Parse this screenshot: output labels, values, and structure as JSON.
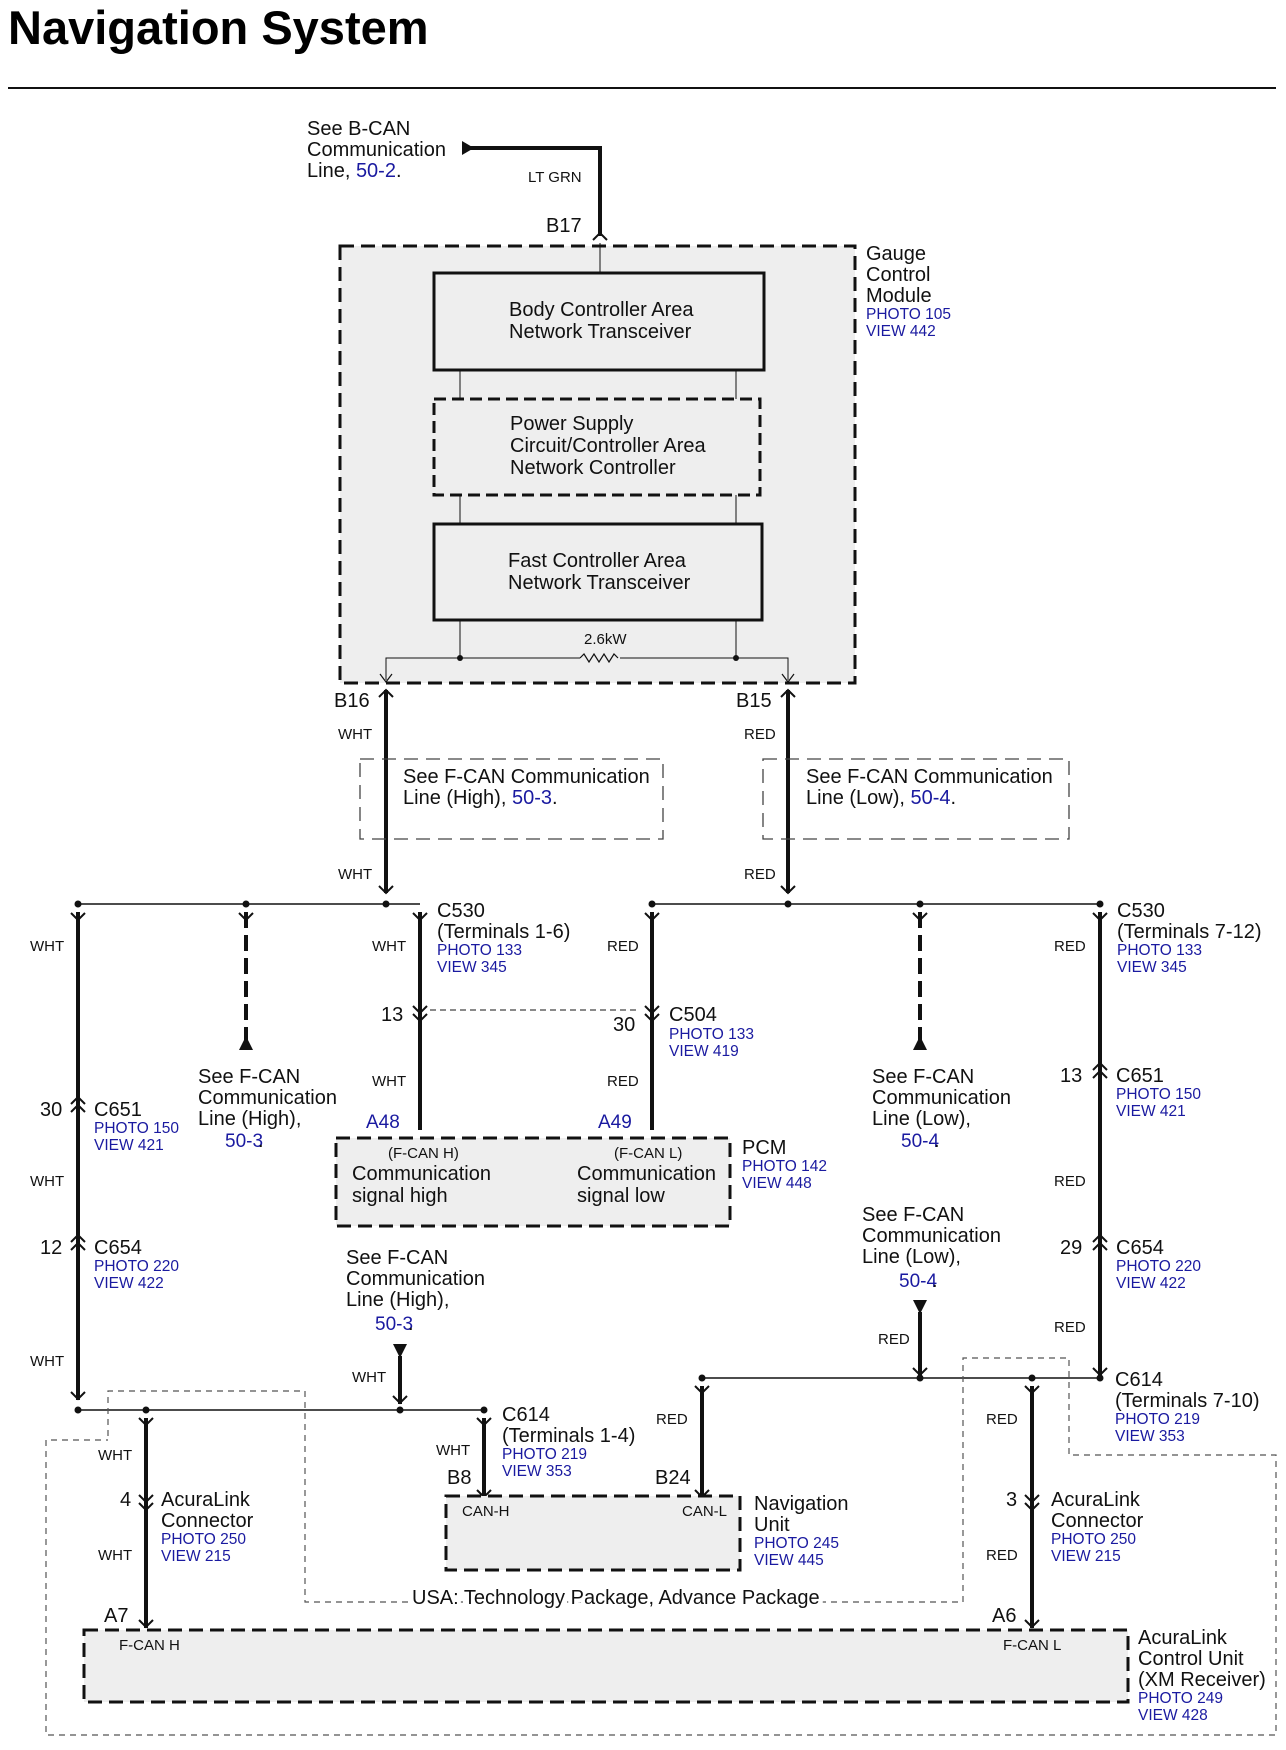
{
  "title": "Navigation System",
  "colors": {
    "wire": "#111111",
    "link_blue": "#1a1aa0",
    "module_fill": "#eeeeee"
  },
  "bcan_ref": {
    "line1": "See B-CAN",
    "line2": "Communication",
    "line3": "Line,",
    "page": "50-2",
    "suffix": "."
  },
  "wire_colors": {
    "lt_grn": "LT GRN",
    "wht": "WHT",
    "red": "RED"
  },
  "gcm": {
    "name1": "Gauge",
    "name2": "Control",
    "name3": "Module",
    "photo": "PHOTO 105",
    "view": "VIEW 442",
    "pin_top": "B17",
    "pin_left": "B16",
    "pin_right": "B15",
    "box1_l1": "Body Controller Area",
    "box1_l2": "Network Transceiver",
    "box2_l1": "Power Supply",
    "box2_l2": "Circuit/Controller Area",
    "box2_l3": "Network Controller",
    "box3_l1": "Fast Controller Area",
    "box3_l2": "Network Transceiver",
    "resistor": "2.6kW"
  },
  "fcan_high_box": {
    "l1": "See F-CAN Communication",
    "l2": "Line (High),",
    "page": "50-3",
    "suffix": "."
  },
  "fcan_low_box": {
    "l1": "See F-CAN Communication",
    "l2": "Line (Low),",
    "page": "50-4",
    "suffix": "."
  },
  "c530_left": {
    "name": "C530",
    "terms": "(Terminals 1-6)",
    "photo": "PHOTO 133",
    "view": "VIEW 345"
  },
  "c530_right": {
    "name": "C530",
    "terms": "(Terminals 7-12)",
    "photo": "PHOTO 133",
    "view": "VIEW 345"
  },
  "c504": {
    "name": "C504",
    "photo": "PHOTO 133",
    "view": "VIEW 419",
    "pin_left": "13",
    "pin_right": "30"
  },
  "c651_left": {
    "name": "C651",
    "photo": "PHOTO 150",
    "view": "VIEW 421",
    "pin": "30"
  },
  "c651_right": {
    "name": "C651",
    "photo": "PHOTO 150",
    "view": "VIEW 421",
    "pin": "13"
  },
  "c654_left": {
    "name": "C654",
    "photo": "PHOTO 220",
    "view": "VIEW 422",
    "pin": "12"
  },
  "c654_right": {
    "name": "C654",
    "photo": "PHOTO 220",
    "view": "VIEW 422",
    "pin": "29"
  },
  "fcan_high_ref1": {
    "l1": "See F-CAN",
    "l2": "Communication",
    "l3": "Line (High),",
    "page": "50-3",
    "suffix": "."
  },
  "fcan_low_ref1": {
    "l1": "See F-CAN",
    "l2": "Communication",
    "l3": "Line (Low),",
    "page": "50-4",
    "suffix": "."
  },
  "fcan_high_ref2": {
    "l1": "See F-CAN",
    "l2": "Communication",
    "l3": "Line (High),",
    "page": "50-3",
    "suffix": "."
  },
  "fcan_low_ref2": {
    "l1": "See F-CAN",
    "l2": "Communication",
    "l3": "Line (Low),",
    "page": "50-4",
    "suffix": "."
  },
  "pcm": {
    "name": "PCM",
    "photo": "PHOTO 142",
    "view": "VIEW 448",
    "pin_h": "A48",
    "pin_l": "A49",
    "h_tag": "(F-CAN H)",
    "h_l1": "Communication",
    "h_l2": "signal high",
    "l_tag": "(F-CAN L)",
    "l_l1": "Communication",
    "l_l2": "signal low"
  },
  "c614_left": {
    "name": "C614",
    "terms": "(Terminals 1-4)",
    "photo": "PHOTO 219",
    "view": "VIEW 353"
  },
  "c614_right": {
    "name": "C614",
    "terms": "(Terminals 7-10)",
    "photo": "PHOTO 219",
    "view": "VIEW 353"
  },
  "nav_unit": {
    "name1": "Navigation",
    "name2": "Unit",
    "photo": "PHOTO 245",
    "view": "VIEW 445",
    "pin_h": "B8",
    "pin_l": "B24",
    "can_h": "CAN-H",
    "can_l": "CAN-L"
  },
  "acura_conn_left": {
    "name1": "AcuraLink",
    "name2": "Connector",
    "photo": "PHOTO 250",
    "view": "VIEW 215",
    "pin": "4"
  },
  "acura_conn_right": {
    "name1": "AcuraLink",
    "name2": "Connector",
    "photo": "PHOTO 250",
    "view": "VIEW 215",
    "pin": "3"
  },
  "usa_note": "USA: Technology Package, Advance Package",
  "acura_unit": {
    "name1": "AcuraLink",
    "name2": "Control Unit",
    "name3": "(XM Receiver)",
    "photo": "PHOTO 249",
    "view": "VIEW 428",
    "pin_h": "A7",
    "pin_l": "A6",
    "fcan_h": "F-CAN H",
    "fcan_l": "F-CAN L"
  }
}
